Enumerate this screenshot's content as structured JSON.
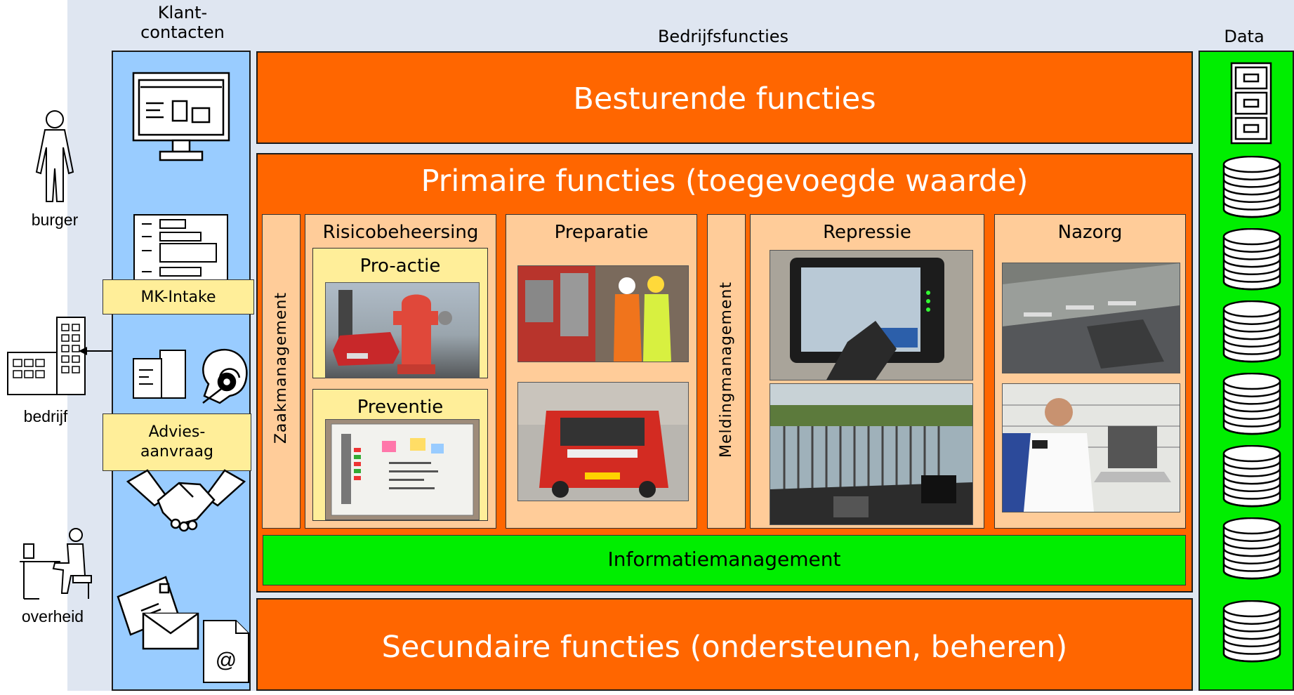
{
  "headers": {
    "klant": "Klant-\ncontacten",
    "bedrijfsfuncties": "Bedrijfsfuncties",
    "data": "Data"
  },
  "actors": {
    "burger": "burger",
    "bedrijf": "bedrijf",
    "overheid": "overheid"
  },
  "channels": {
    "mk_intake": "MK-Intake",
    "advies": "Advies-\naanvraag"
  },
  "blocks": {
    "besturend": "Besturende functies",
    "primair": "Primaire functies (toegevoegde waarde)",
    "secundair": "Secundaire functies (ondersteunen, beheren)",
    "informatie": "Informatiemanagement"
  },
  "columns": {
    "zaak": "Zaakmanagement",
    "risico": "Risicobeheersing",
    "proactie": "Pro-actie",
    "preventie": "Preventie",
    "preparatie": "Preparatie",
    "melding": "Meldingmanagement",
    "repressie": "Repressie",
    "nazorg": "Nazorg"
  },
  "colors": {
    "orange": "#ff6600",
    "green": "#00ee00",
    "blue": "#99ccff",
    "peach": "#ffcc99",
    "yellow": "#ffee99"
  }
}
